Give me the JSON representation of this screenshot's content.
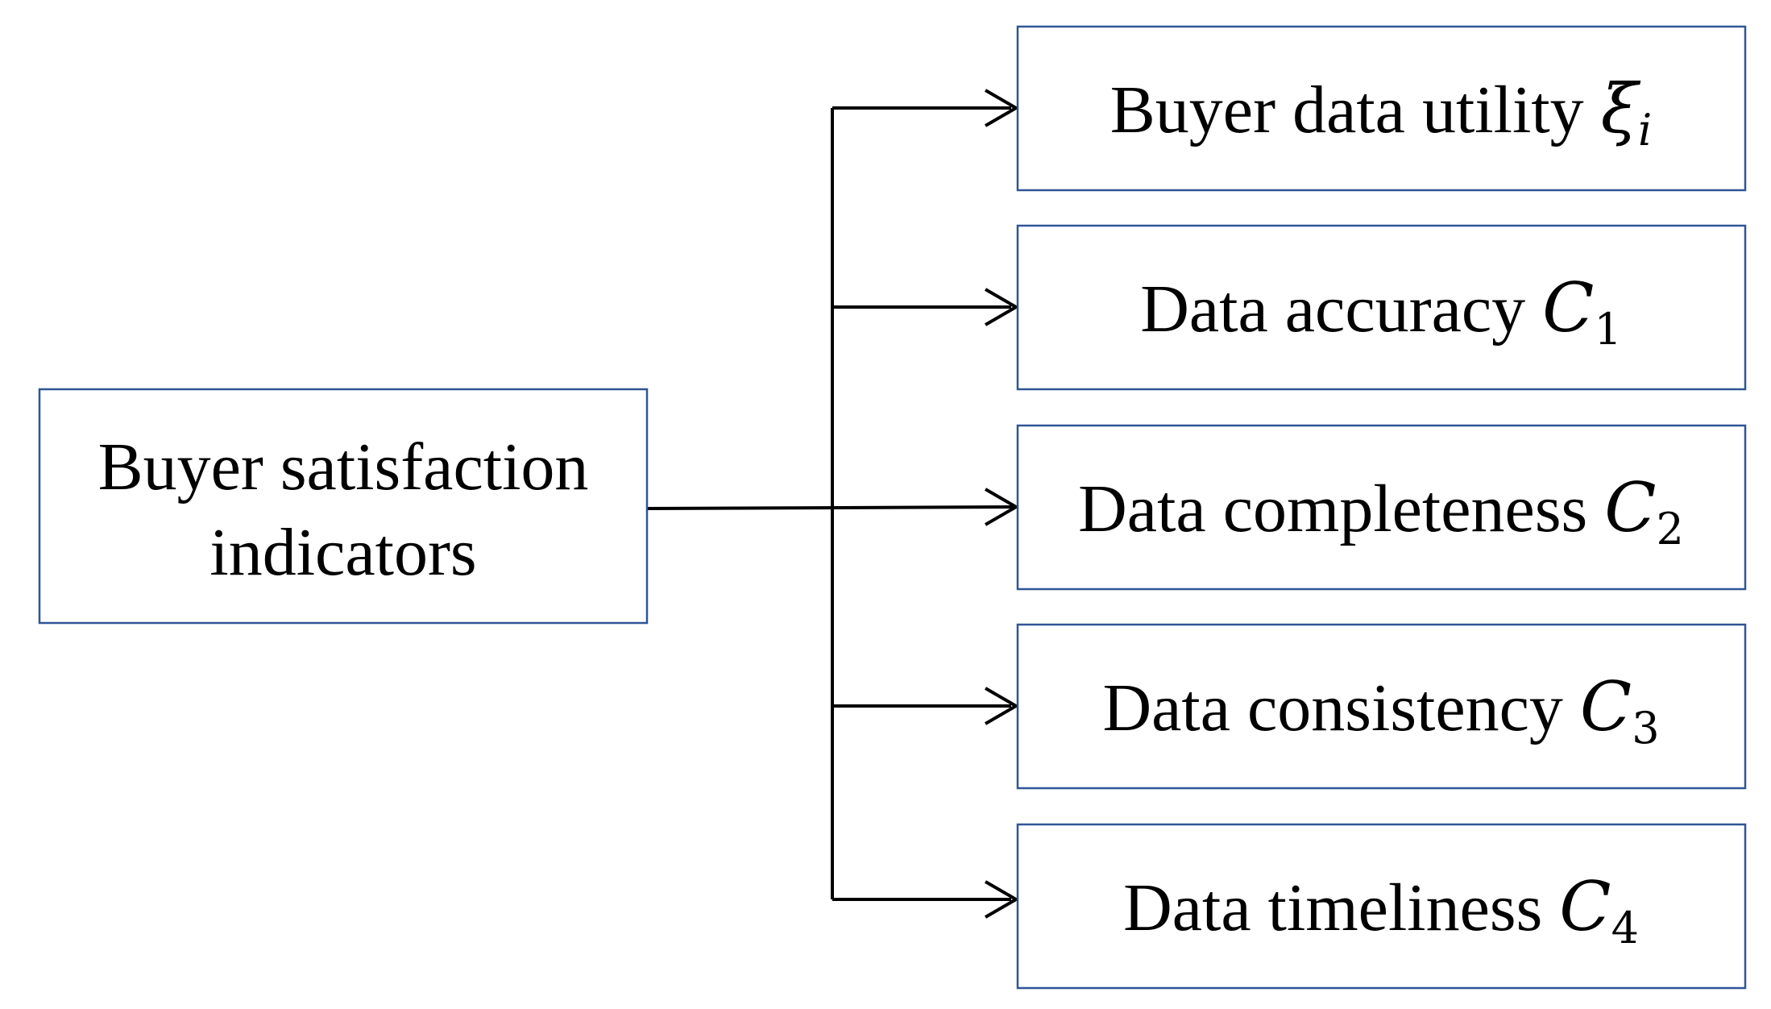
{
  "source": {
    "line1": "Buyer satisfaction",
    "line2": "indicators"
  },
  "targets": [
    {
      "text": "Buyer data utility",
      "symbol": "ξ",
      "subscript": "i"
    },
    {
      "text": "Data accuracy",
      "symbol": "C",
      "subscript": "1"
    },
    {
      "text": "Data completeness",
      "symbol": "C",
      "subscript": "2"
    },
    {
      "text": "Data consistency",
      "symbol": "C",
      "subscript": "3"
    },
    {
      "text": "Data timeliness",
      "symbol": "C",
      "subscript": "4"
    }
  ],
  "colors": {
    "box_border": "#2f5597",
    "connector": "#000000",
    "text": "#000000"
  }
}
